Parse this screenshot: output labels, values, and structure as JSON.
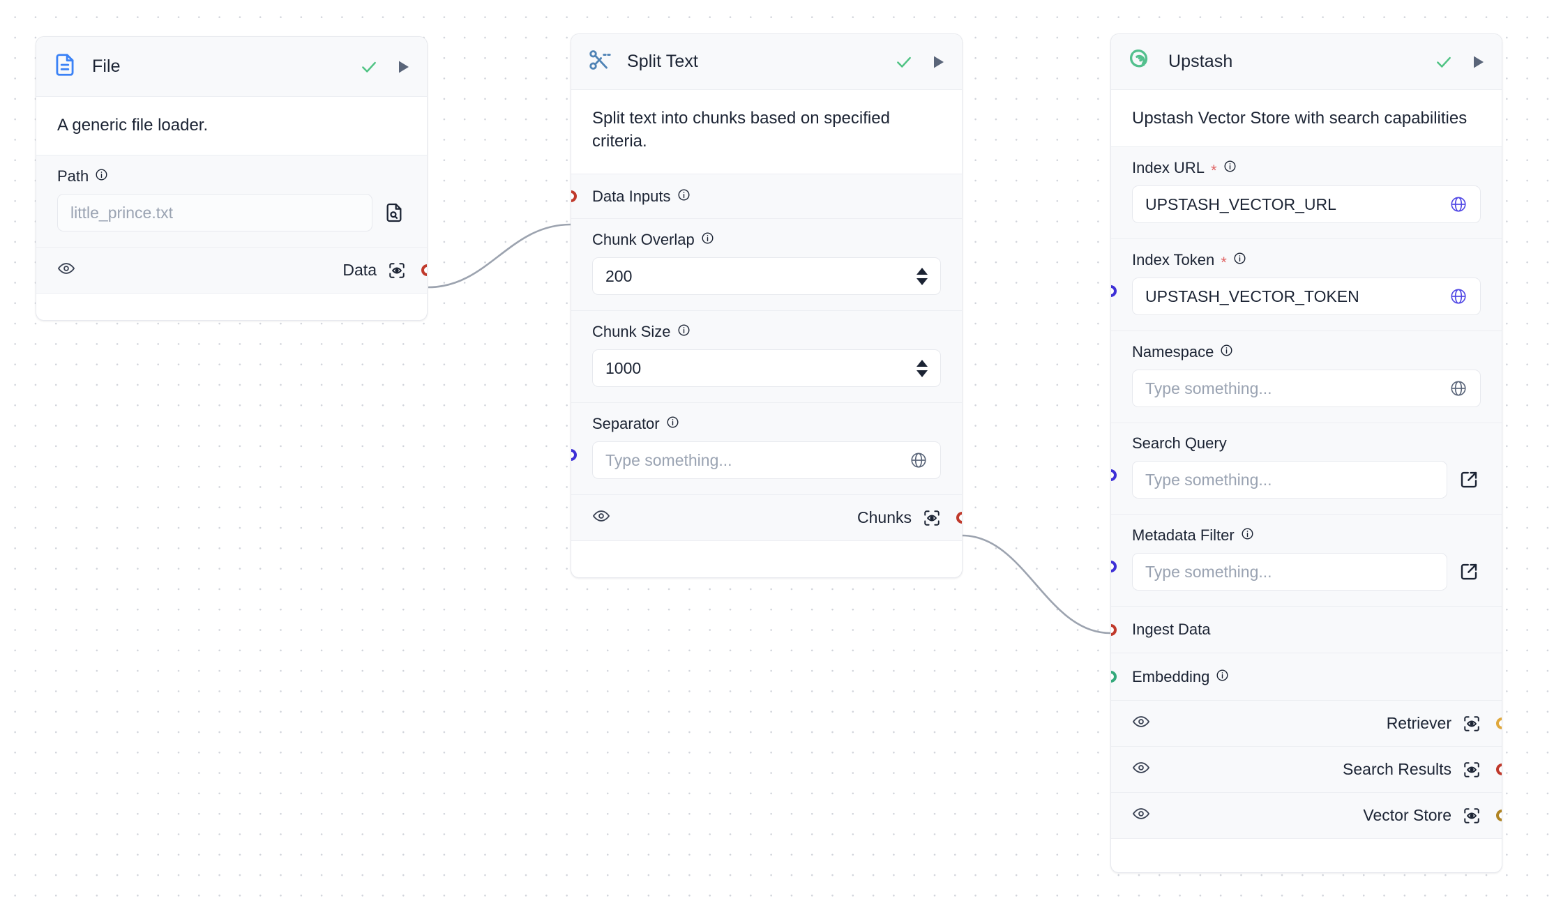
{
  "canvas": {
    "background": "#ffffff",
    "grid_dot_color": "#d0d3da"
  },
  "colors": {
    "handle_red": "#c0392b",
    "handle_indigo": "#3d2fd6",
    "handle_green": "#34a97b",
    "handle_amber": "#e0a83c",
    "handle_bronze": "#b08423",
    "check_green": "#4fc383",
    "play_slate": "#5a6579",
    "globe_indigo": "#4f46e5",
    "globe_slate": "#5a6579",
    "required_star": "#e06464",
    "upstash_green": "#53c08d",
    "file_icon_blue": "#3b82f6",
    "scissors_blue": "#4f83b5",
    "edge_stroke": "#9ca3af"
  },
  "nodes": [
    {
      "id": "file",
      "icon": "file-document-icon",
      "title": "File",
      "description": "A generic file loader.",
      "actions": {
        "validate": "check-icon",
        "run": "play-icon"
      },
      "fields": [
        {
          "label": "Path",
          "required": false,
          "info": true,
          "value": "little_prince.txt",
          "placeholder": "",
          "control": "text",
          "side_icon": "file-search-icon"
        }
      ],
      "outputs": [
        {
          "label": "Data",
          "handle_color": "handle_red",
          "scan_icon": "scan-eye-icon",
          "eye_icon": "eye-icon"
        }
      ]
    },
    {
      "id": "split-text",
      "icon": "scissors-icon",
      "title": "Split Text",
      "description": "Split text into chunks based on specified criteria.",
      "actions": {
        "validate": "check-icon",
        "run": "play-icon"
      },
      "inputs": [
        {
          "label": "Data Inputs",
          "info": true,
          "handle_color": "handle_red"
        }
      ],
      "fields": [
        {
          "label": "Chunk Overlap",
          "info": true,
          "value": "200",
          "control": "number"
        },
        {
          "label": "Chunk Size",
          "info": true,
          "value": "1000",
          "control": "number"
        },
        {
          "label": "Separator",
          "info": true,
          "value": "",
          "placeholder": "Type something...",
          "control": "text",
          "in_icon": "globe-icon",
          "handle_color": "handle_indigo"
        }
      ],
      "outputs": [
        {
          "label": "Chunks",
          "handle_color": "handle_red",
          "scan_icon": "scan-eye-icon",
          "eye_icon": "eye-icon"
        }
      ]
    },
    {
      "id": "upstash",
      "icon": "upstash-spiral-icon",
      "title": "Upstash",
      "description": "Upstash Vector Store with search capabilities",
      "actions": {
        "validate": "check-icon",
        "run": "play-icon"
      },
      "fields": [
        {
          "label": "Index URL",
          "required": true,
          "info": true,
          "value": "UPSTASH_VECTOR_URL",
          "placeholder": "",
          "control": "text",
          "in_icon": "globe-icon-indigo"
        },
        {
          "label": "Index Token",
          "required": true,
          "info": true,
          "value": "UPSTASH_VECTOR_TOKEN",
          "placeholder": "",
          "control": "text",
          "in_icon": "globe-icon-indigo",
          "handle_color": "handle_indigo"
        },
        {
          "label": "Namespace",
          "info": true,
          "value": "",
          "placeholder": "Type something...",
          "control": "text",
          "in_icon": "globe-icon"
        },
        {
          "label": "Search Query",
          "info": false,
          "value": "",
          "placeholder": "Type something...",
          "control": "text",
          "side_icon": "external-link-icon",
          "handle_color": "handle_indigo"
        },
        {
          "label": "Metadata Filter",
          "info": true,
          "value": "",
          "placeholder": "Type something...",
          "control": "text",
          "side_icon": "external-link-icon",
          "handle_color": "handle_indigo"
        }
      ],
      "inputs": [
        {
          "label": "Ingest Data",
          "info": false,
          "handle_color": "handle_red"
        },
        {
          "label": "Embedding",
          "info": true,
          "handle_color": "handle_green"
        }
      ],
      "outputs": [
        {
          "label": "Retriever",
          "handle_color": "handle_amber",
          "scan_icon": "scan-eye-icon",
          "eye_icon": "eye-icon"
        },
        {
          "label": "Search Results",
          "handle_color": "handle_red",
          "scan_icon": "scan-eye-icon",
          "eye_icon": "eye-icon"
        },
        {
          "label": "Vector Store",
          "handle_color": "handle_bronze",
          "scan_icon": "scan-eye-icon",
          "eye_icon": "eye-icon"
        }
      ]
    }
  ],
  "edges": [
    {
      "from": "file.Data",
      "to": "split-text.Data Inputs"
    },
    {
      "from": "split-text.Chunks",
      "to": "upstash.Ingest Data"
    }
  ]
}
